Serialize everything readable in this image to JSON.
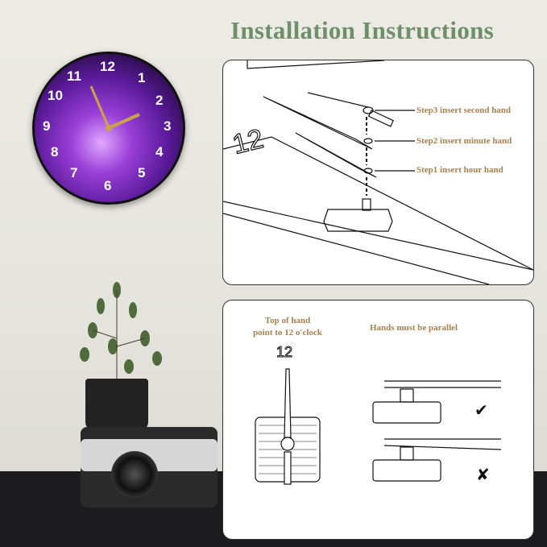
{
  "title": "Installation Instructions",
  "panel_top": {
    "dial_number": "12",
    "steps": [
      "Step3 insert second hand",
      "Step2 insert minute hand",
      "Step1 insert hour hand"
    ]
  },
  "panel_bottom": {
    "left_caption_line1": "Top of hand",
    "left_caption_line2": "point to 12 o'clock",
    "dial_number": "12",
    "right_caption": "Hands must be parallel",
    "correct_mark": "✔",
    "wrong_mark": "✘"
  },
  "clock": {
    "numbers": [
      "12",
      "1",
      "2",
      "3",
      "4",
      "5",
      "6",
      "7",
      "8",
      "9",
      "10",
      "11"
    ],
    "accent": "#9a3fd8"
  }
}
